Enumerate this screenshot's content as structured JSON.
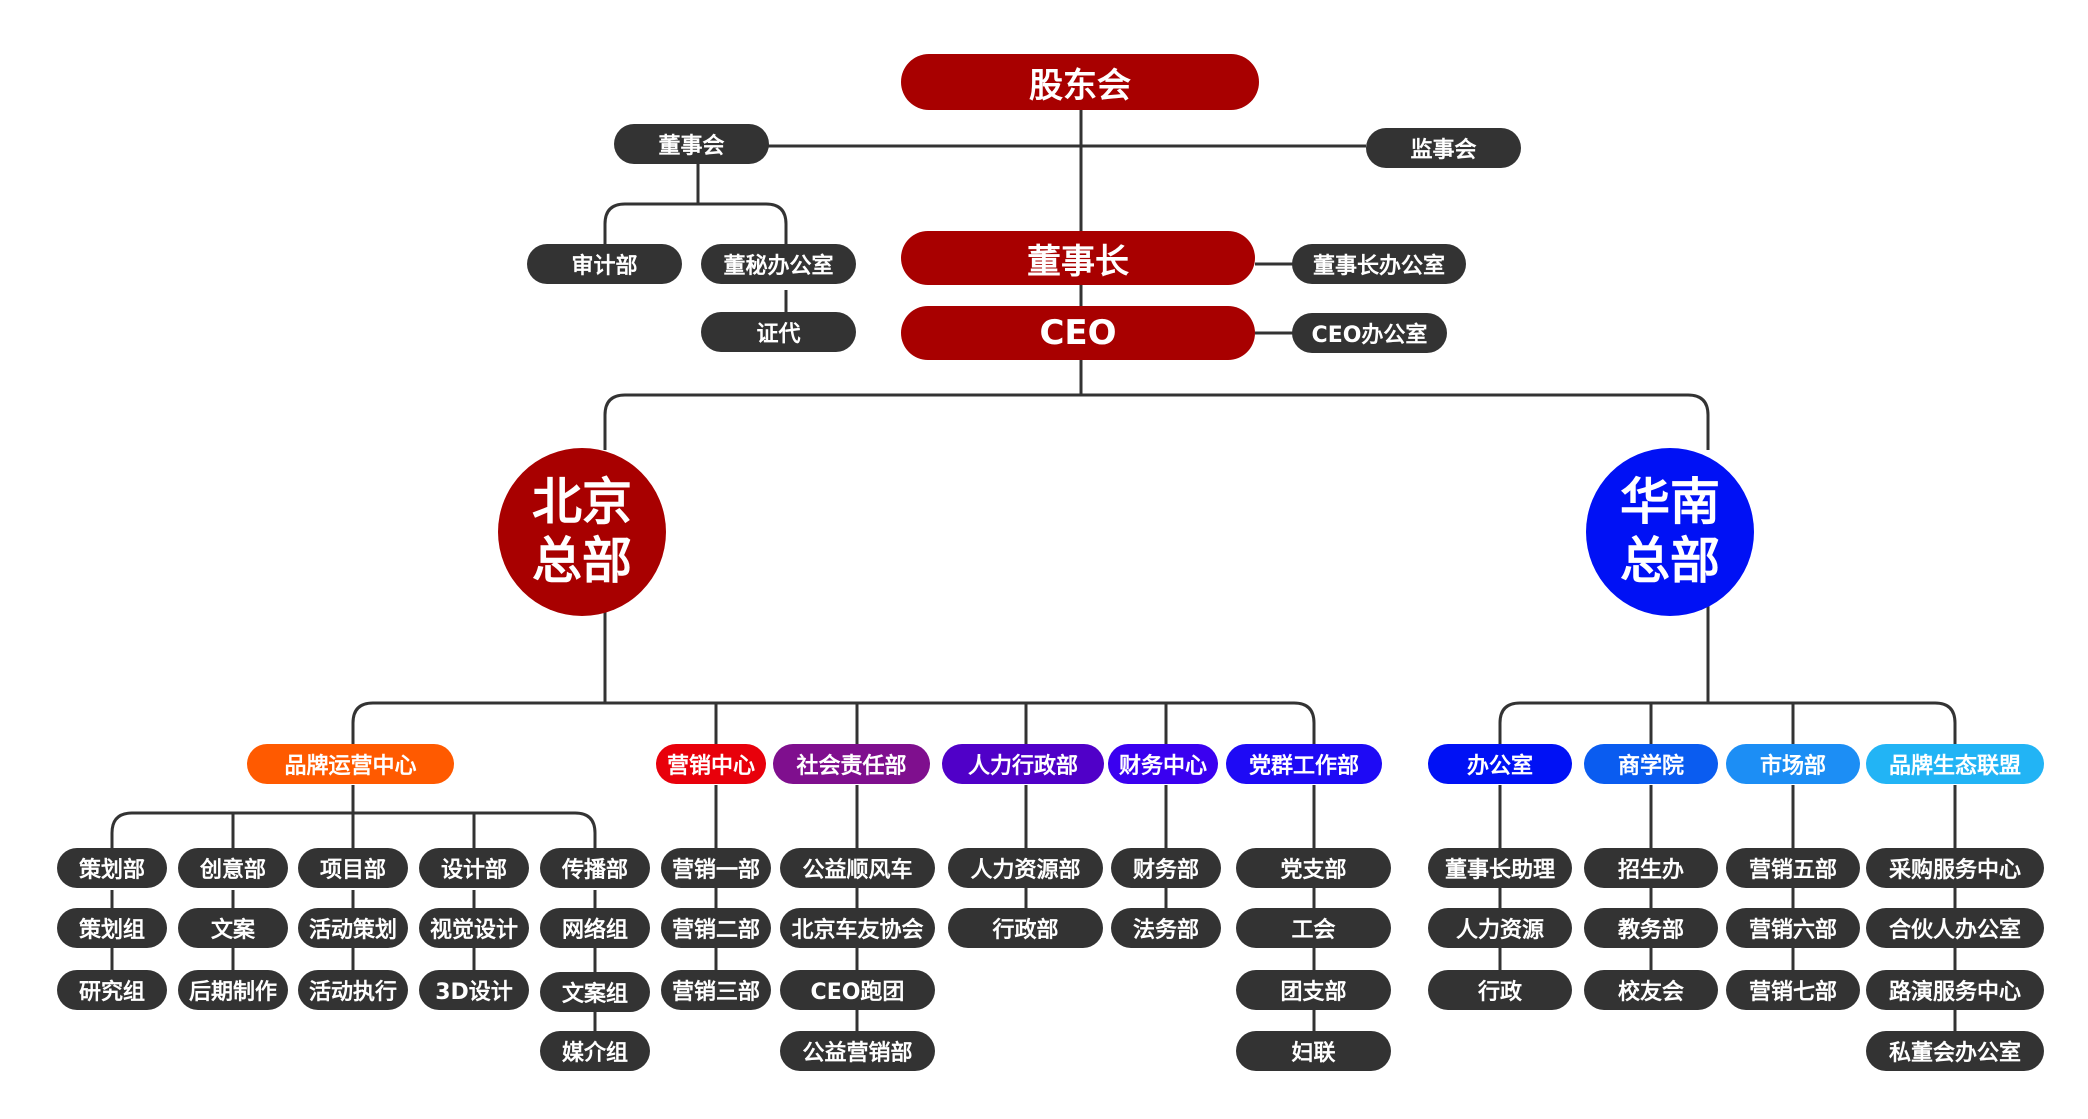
{
  "colors": {
    "dark_red": "#A80000",
    "dark_pill": "#333333",
    "orange": "#FF5A00",
    "red": "#E8000B",
    "purple": "#7F0F8E",
    "indigo": "#5000C8",
    "violet": "#3A00F0",
    "blue_violet": "#1E0AF5",
    "blue": "#0011F5",
    "blue2": "#0A5CF0",
    "blue3": "#1C8EF5",
    "blue4": "#22B4F5"
  },
  "top": {
    "shareholders": "股东会",
    "board": "董事会",
    "supervisors": "监事会",
    "audit": "审计部",
    "secretary_office": "董秘办公室",
    "securities_rep": "证代",
    "chairman": "董事长",
    "chairman_office": "董事长办公室",
    "ceo": "CEO",
    "ceo_office": "CEO办公室"
  },
  "beijing": {
    "hq_line1": "北京",
    "hq_line2": "总部",
    "departments": [
      {
        "name": "品牌运营中心",
        "color": "orange"
      },
      {
        "name": "营销中心",
        "color": "red",
        "children": [
          "营销一部",
          "营销二部",
          "营销三部"
        ]
      },
      {
        "name": "社会责任部",
        "color": "purple",
        "children": [
          "公益顺风车",
          "北京车友协会",
          "CEO跑团",
          "公益营销部"
        ]
      },
      {
        "name": "人力行政部",
        "color": "indigo",
        "children": [
          "人力资源部",
          "行政部"
        ]
      },
      {
        "name": "财务中心",
        "color": "violet",
        "children": [
          "财务部",
          "法务部"
        ]
      },
      {
        "name": "党群工作部",
        "color": "blue_violet",
        "children": [
          "党支部",
          "工会",
          "团支部",
          "妇联"
        ]
      }
    ],
    "brand_subgroups": [
      {
        "name": "策划部",
        "children": [
          "策划组",
          "研究组"
        ]
      },
      {
        "name": "创意部",
        "children": [
          "文案",
          "后期制作"
        ]
      },
      {
        "name": "项目部",
        "children": [
          "活动策划",
          "活动执行"
        ]
      },
      {
        "name": "设计部",
        "children": [
          "视觉设计",
          "3D设计"
        ]
      },
      {
        "name": "传播部",
        "children": [
          "网络组",
          "文案组",
          "媒介组"
        ]
      }
    ]
  },
  "huanan": {
    "hq_line1": "华南",
    "hq_line2": "总部",
    "departments": [
      {
        "name": "办公室",
        "color": "blue",
        "children": [
          "董事长助理",
          "人力资源",
          "行政"
        ]
      },
      {
        "name": "商学院",
        "color": "blue2",
        "children": [
          "招生办",
          "教务部",
          "校友会"
        ]
      },
      {
        "name": "市场部",
        "color": "blue3",
        "children": [
          "营销五部",
          "营销六部",
          "营销七部"
        ]
      },
      {
        "name": "品牌生态联盟",
        "color": "blue4",
        "children": [
          "采购服务中心",
          "合伙人办公室",
          "路演服务中心",
          "私董会办公室"
        ]
      }
    ]
  }
}
